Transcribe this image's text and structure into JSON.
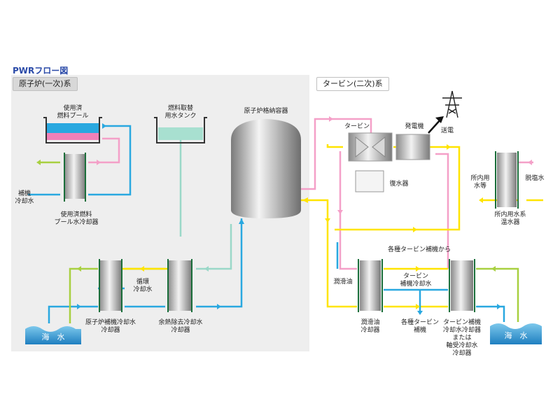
{
  "title": "PWRフロー図",
  "sections": {
    "primary": "原子炉(一次)系",
    "secondary": "タービン(二次)系"
  },
  "labels": {
    "spent_fuel_pool": "使用済\n燃料プール",
    "refueling_tank": "燃料取替\n用水タンク",
    "containment": "原子炉格納容器",
    "turbine": "タービン",
    "generator": "発電機",
    "transmission": "送電",
    "condenser": "復水器",
    "aux_cooling_water": "補機\n冷却水",
    "spent_fuel_cooler": "使用済燃料\nプール水冷却器",
    "circ_cooling_water": "循環\n冷却水",
    "reactor_aux_cooler": "原子炉補機冷却水\n冷却器",
    "residual_heat_cooler": "余熱除去冷却水\n冷却器",
    "seawater_left": "海　水",
    "seawater_right": "海　水",
    "from_turbine_aux": "各種タービン補機から",
    "lube_oil": "潤滑油",
    "turbine_aux_cooling_water": "タービン\n補機冷却水",
    "lube_oil_cooler": "潤滑油\n冷却器",
    "various_turbine_aux": "各種タービン\n補機",
    "turbine_aux_cooler": "タービン補機\n冷却水冷却器\nまたは\n軸受冷却水\n冷却器",
    "site_water": "所内用\n水等",
    "deaerator": "脱塩水",
    "site_water_heater": "所内用水系\n温水器"
  },
  "colors": {
    "title": "#2a4aa8",
    "panel_bg": "#eeeeee",
    "section_bg": "#d8d8d8",
    "seawater_line": "#29a8e0",
    "pink_line": "#f4a0c8",
    "yellow_line": "#ffe400",
    "green_line": "#a8d040",
    "teal_line": "#9ad8c8",
    "sea": "#2a8ac8"
  }
}
